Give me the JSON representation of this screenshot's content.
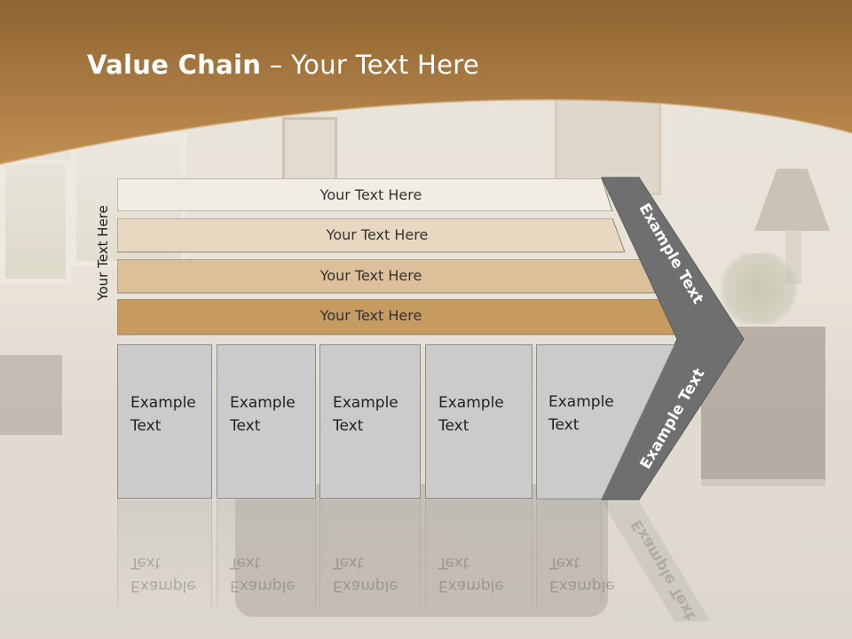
{
  "slide": {
    "title_bold": "Value Chain",
    "title_rest": " – Your Text Here",
    "side_label": "Your Text Here",
    "bars": [
      {
        "label": "Your Text Here",
        "color": "#f1ece4"
      },
      {
        "label": "Your Text Here",
        "color": "#e8d8c2"
      },
      {
        "label": "Your Text Here",
        "color": "#dcc09a"
      },
      {
        "label": "Your Text Here",
        "color": "#c79a60"
      }
    ],
    "boxes": [
      {
        "label": "Example\nText"
      },
      {
        "label": "Example\nText"
      },
      {
        "label": "Example\nText"
      },
      {
        "label": "Example\nText"
      },
      {
        "label": "Example\nText"
      }
    ],
    "chevron_top": "Example Text",
    "chevron_bottom": "Example Text",
    "colors": {
      "header": "#9c6c2f",
      "header_light": "#c18e51",
      "chevron": "#6e6e6e",
      "box": "#cbcbcb"
    }
  }
}
